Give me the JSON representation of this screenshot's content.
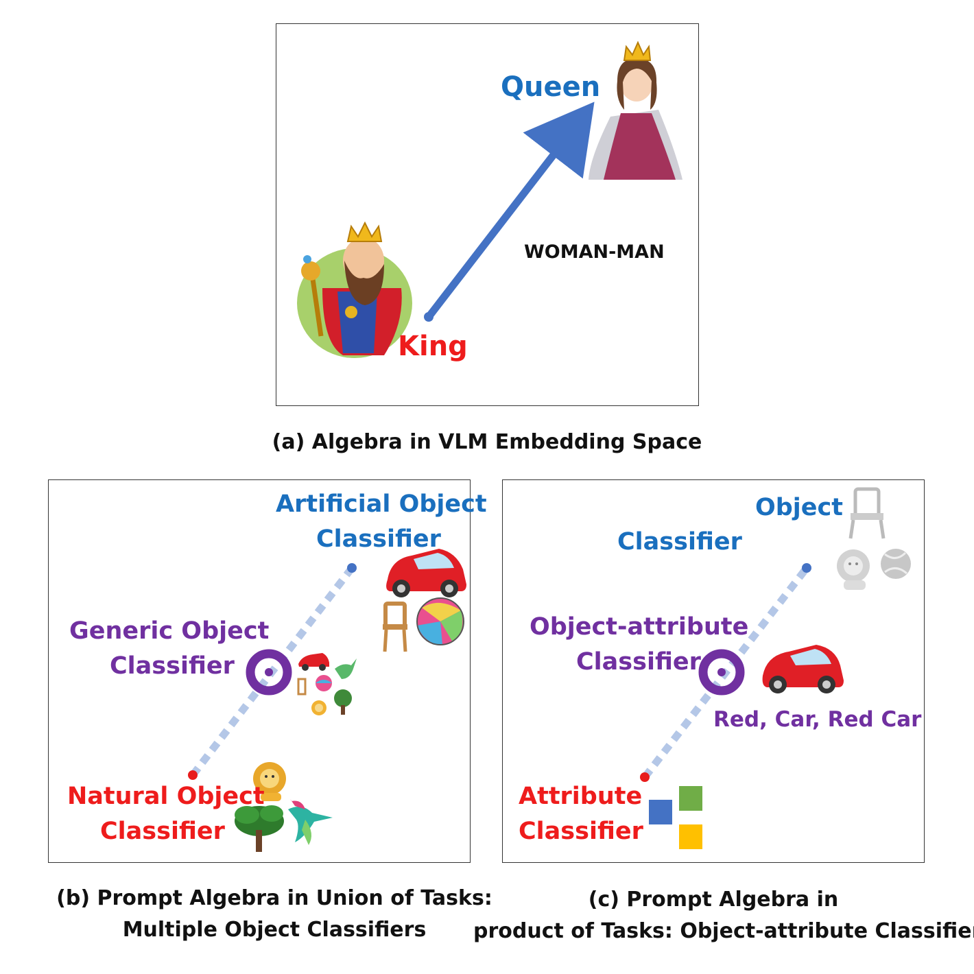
{
  "panel_a": {
    "queen_label": "Queen",
    "king_label": "King",
    "vector_label": "WOMAN-MAN",
    "caption": "(a)  Algebra in VLM Embedding Space",
    "icons": [
      "queen-icon",
      "king-icon"
    ],
    "colors": {
      "arrow": "#4472c4",
      "king": "#ee1c1c",
      "queen": "#1a6fbe"
    }
  },
  "panel_b": {
    "top_label_line1": "Artificial Object",
    "top_label_line2": "Classifier",
    "mid_label_line1": "Generic Object",
    "mid_label_line2": "Classifier",
    "bottom_label_line1": "Natural Object",
    "bottom_label_line2": "Classifier",
    "caption_line1": "(b) Prompt Algebra in Union of Tasks:",
    "caption_line2": "Multiple Object Classifiers",
    "icons": [
      "car-icon",
      "chair-icon",
      "beach-ball-icon",
      "lion-icon",
      "tree-icon",
      "hummingbird-icon"
    ]
  },
  "panel_c": {
    "top_label_line1": "Object",
    "top_label_line2": "Classifier",
    "mid_label_line1": "Object-attribute",
    "mid_label_line2": "Classifier",
    "mid_sublabel": "Red, Car, Red Car",
    "bottom_label_line1": "Attribute",
    "bottom_label_line2": "Classifier",
    "caption_line1": "(c) Prompt Algebra in",
    "caption_line2": "product of Tasks:  Object-attribute Classifier",
    "icons": [
      "chair-icon",
      "lion-icon",
      "volleyball-icon",
      "car-icon",
      "color-squares-icon"
    ],
    "colors": {
      "square_blue": "#4472c4",
      "square_green": "#70ad47",
      "square_yellow": "#ffc000"
    }
  }
}
